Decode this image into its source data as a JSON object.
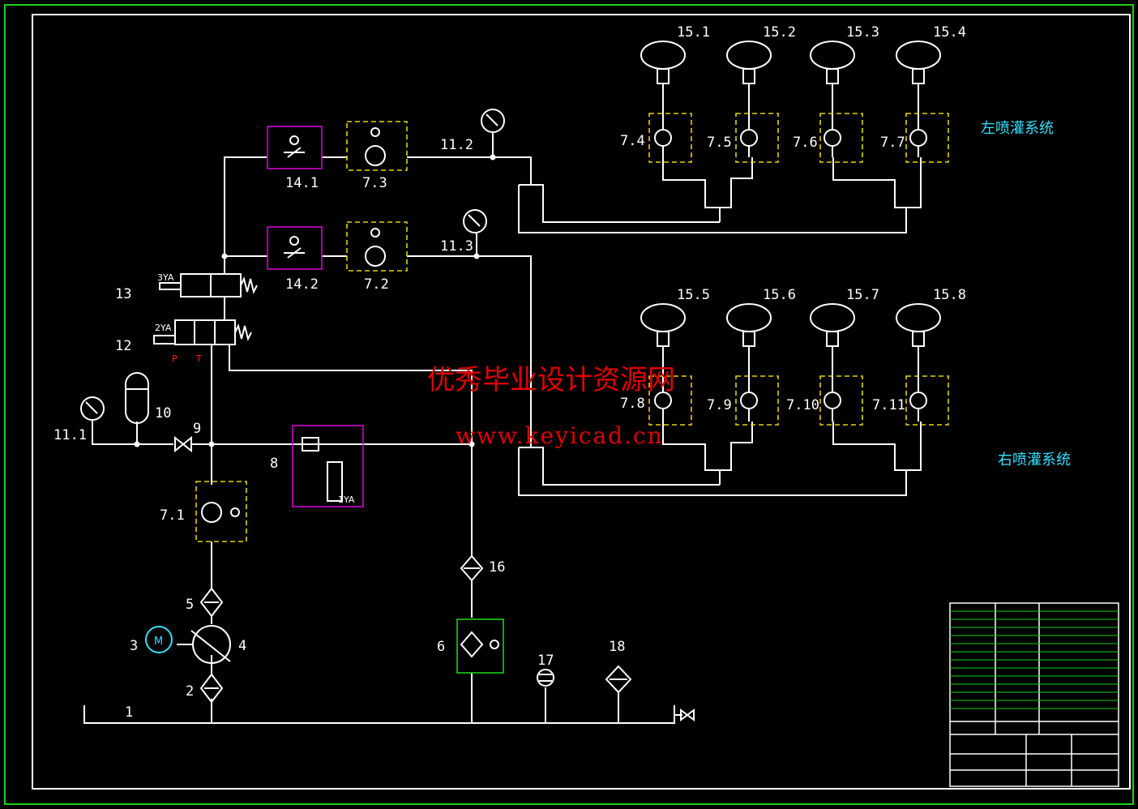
{
  "labels": {
    "n1": "1",
    "n2": "2",
    "n3": "3",
    "n4": "4",
    "n5": "5",
    "n6": "6",
    "n8": "8",
    "n9": "9",
    "n10": "10",
    "n12": "12",
    "n13": "13",
    "n16": "16",
    "n17": "17",
    "n18": "18",
    "g11_1": "11.1",
    "g11_2": "11.2",
    "g11_3": "11.3",
    "v7_1": "7.1",
    "v7_2": "7.2",
    "v7_3": "7.3",
    "v7_4": "7.4",
    "v7_5": "7.5",
    "v7_6": "7.6",
    "v7_7": "7.7",
    "v7_8": "7.8",
    "v7_9": "7.9",
    "v7_10": "7.10",
    "v7_11": "7.11",
    "t14_1": "14.1",
    "t14_2": "14.2",
    "s15_1": "15.1",
    "s15_2": "15.2",
    "s15_3": "15.3",
    "s15_4": "15.4",
    "s15_5": "15.5",
    "s15_6": "15.6",
    "s15_7": "15.7",
    "s15_8": "15.8",
    "sol1": "1YA",
    "sol2": "2YA",
    "sol3": "3YA",
    "portP": "P",
    "portT": "T",
    "motor": "M"
  },
  "systems": {
    "left": "左喷灌系统",
    "right": "右喷灌系统"
  },
  "watermark": {
    "text": "优秀毕业设计资源网",
    "url": "www.keyicad.cn"
  },
  "colors": {
    "background": "#000000",
    "lines": "#ffffff",
    "border": "#19d019",
    "valve_box": "#e6d200",
    "throttle_box": "#d000d0",
    "watermark": "#e00000",
    "system_label": "#33e0ff"
  }
}
